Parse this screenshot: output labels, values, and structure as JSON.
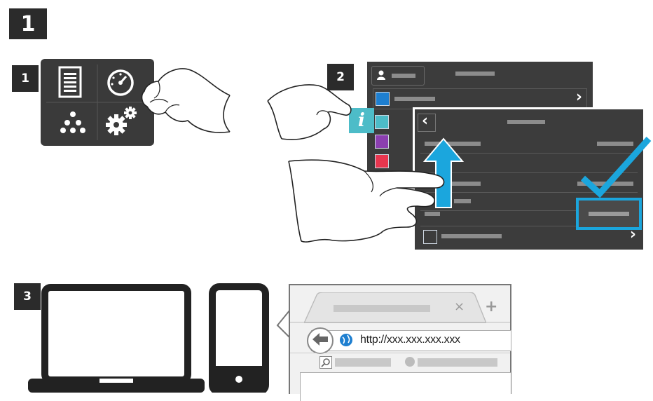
{
  "step": "1",
  "panels": {
    "p1": {
      "badge": "1"
    },
    "p2": {
      "badge": "2"
    },
    "p3": {
      "badge": "3",
      "url": "http://xxx.xxx.xxx.xxx",
      "tab_close": "×",
      "tab_add": "+"
    }
  },
  "colors": {
    "accent": "#1ba6dd",
    "panel": "#3a3a3a",
    "info": "#4dbcc8",
    "flag": "#e8364f",
    "purple": "#8b3fb0"
  },
  "icons": [
    "document-list-icon",
    "gauge-icon",
    "network-dots-icon",
    "gears-icon",
    "person-icon",
    "globe-icon",
    "info-icon",
    "download-icon",
    "flag-icon",
    "back-chevron-icon",
    "forward-chevron-icon",
    "checkmark-icon",
    "back-arrow-icon",
    "search-icon",
    "laptop-icon",
    "phone-icon"
  ]
}
